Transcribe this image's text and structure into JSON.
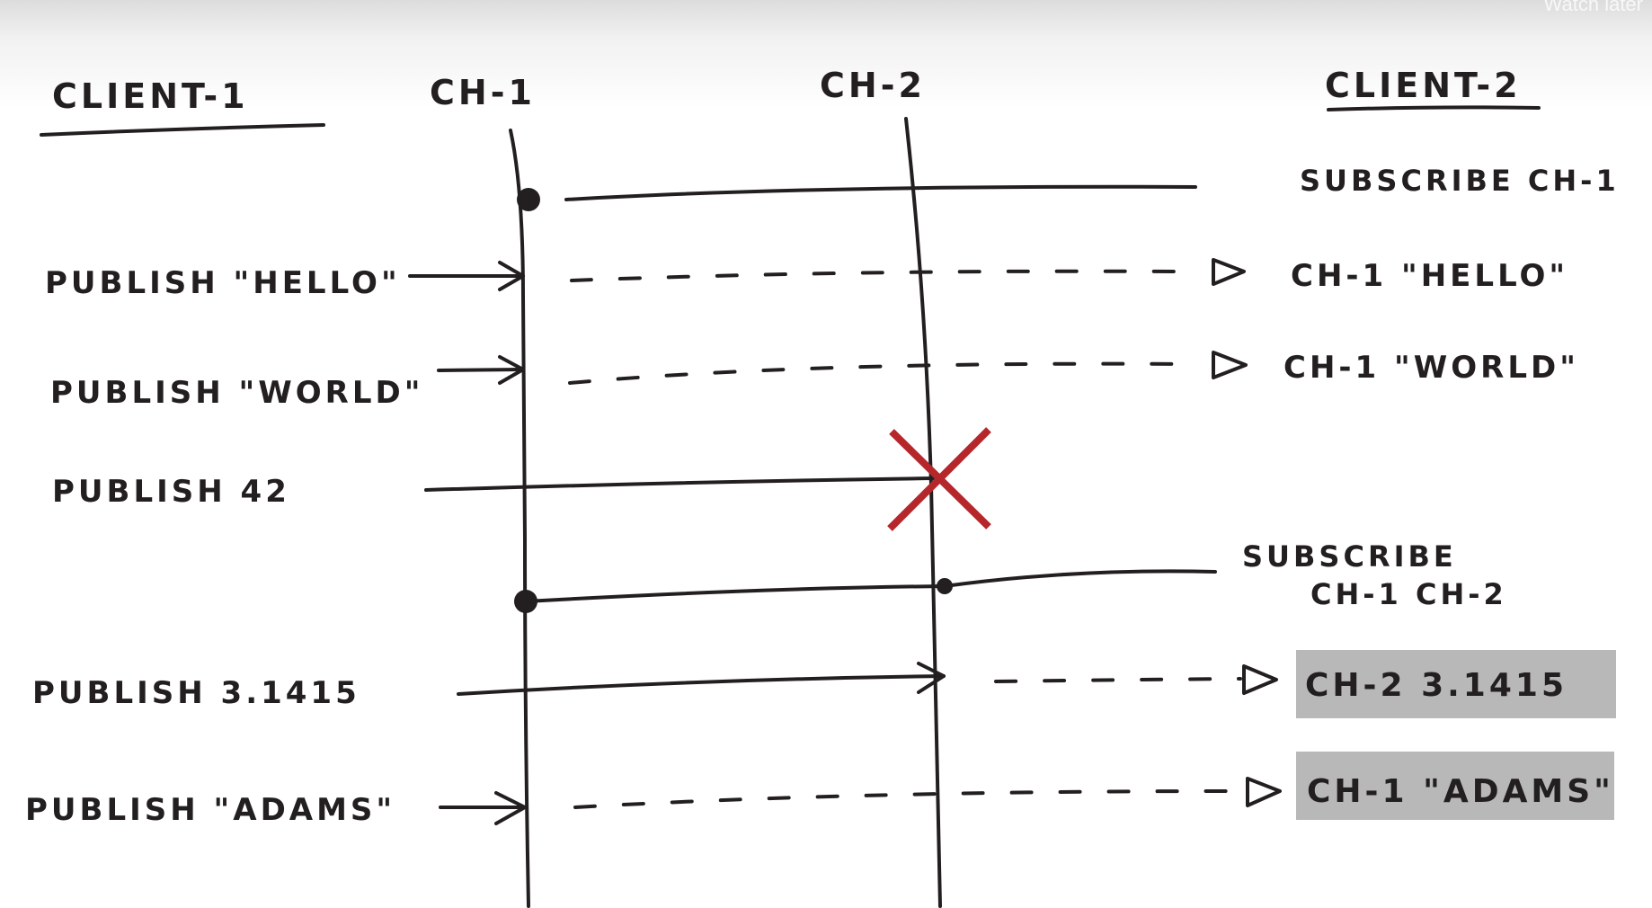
{
  "overlay": {
    "watch_later": "Watch later"
  },
  "headers": {
    "client1": "CLIENT-1",
    "ch1": "CH-1",
    "ch2": "CH-2",
    "client2": "CLIENT-2"
  },
  "client1_messages": [
    "PUBLISH \"HELLO\"",
    "PUBLISH \"WORLD\"",
    "PUBLISH 42",
    "PUBLISH 3.1415",
    "PUBLISH \"ADAMS\""
  ],
  "client2_events": {
    "subscribe_1": "SUBSCRIBE CH-1",
    "recv_hello": "CH-1 \"HELLO\"",
    "recv_world": "CH-1 \"WORLD\"",
    "subscribe_2_line1": "SUBSCRIBE",
    "subscribe_2_line2": "CH-1 CH-2",
    "recv_pi": "CH-2 3.1415",
    "recv_adams": "CH-1 \"ADAMS\""
  },
  "colors": {
    "ink": "#231f20",
    "cross": "#b5272b",
    "highlight": "#b8b8b8"
  }
}
